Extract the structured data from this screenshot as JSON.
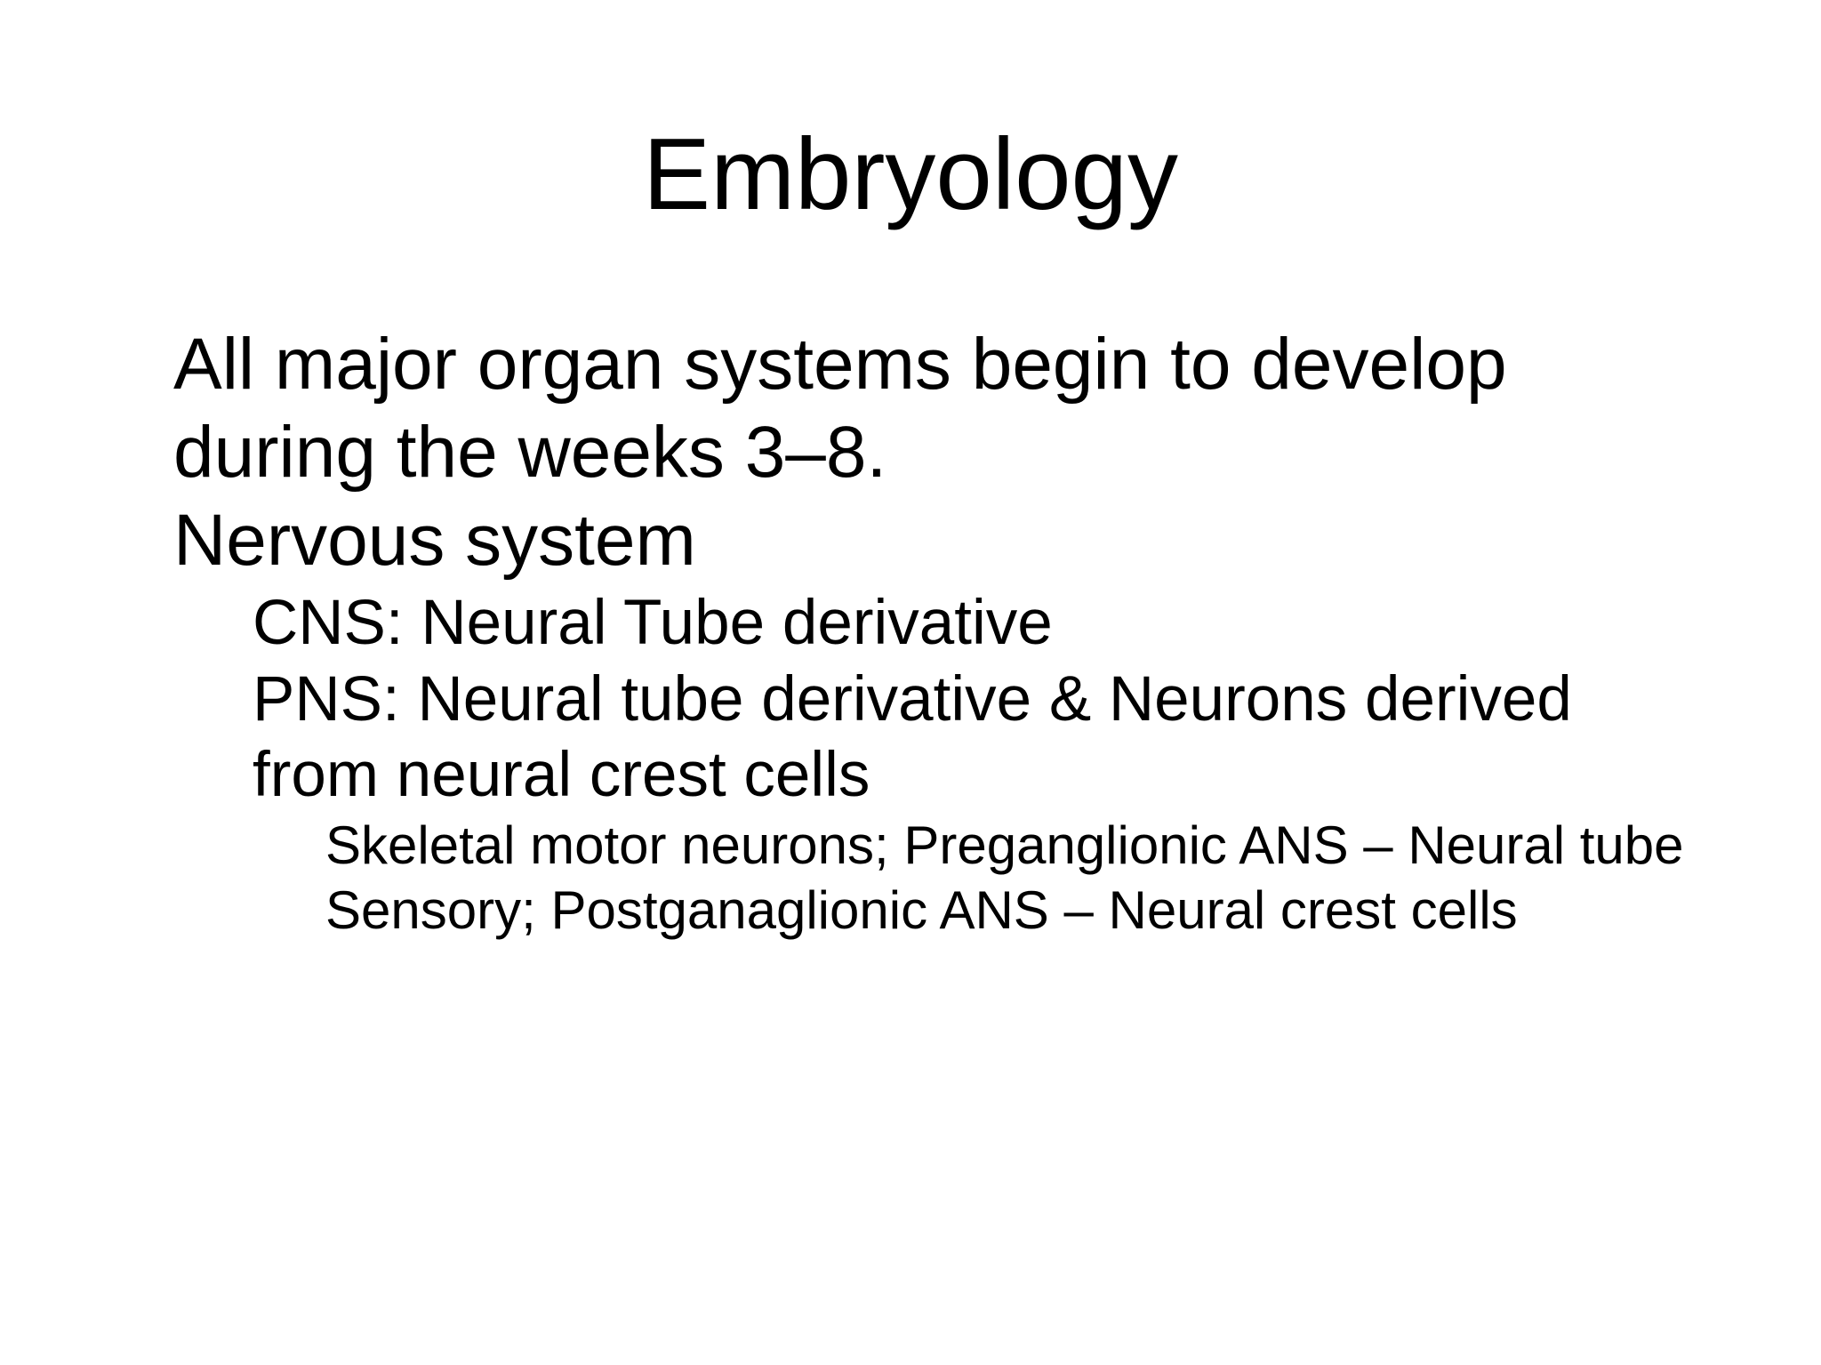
{
  "slide": {
    "title": "Embryology",
    "bullets": [
      {
        "level": 1,
        "text": "All major organ systems begin to develop during the weeks 3–8."
      },
      {
        "level": 1,
        "text": "Nervous system"
      },
      {
        "level": 2,
        "text": "CNS: Neural Tube derivative"
      },
      {
        "level": 2,
        "text": "PNS: Neural tube derivative & Neurons derived from neural crest cells"
      },
      {
        "level": 3,
        "text": "Skeletal motor neurons; Preganglionic ANS – Neural tube"
      },
      {
        "level": 3,
        "text": "Sensory; Postganaglionic ANS – Neural crest cells"
      }
    ],
    "colors": {
      "background": "#ffffff",
      "text": "#000000"
    }
  }
}
